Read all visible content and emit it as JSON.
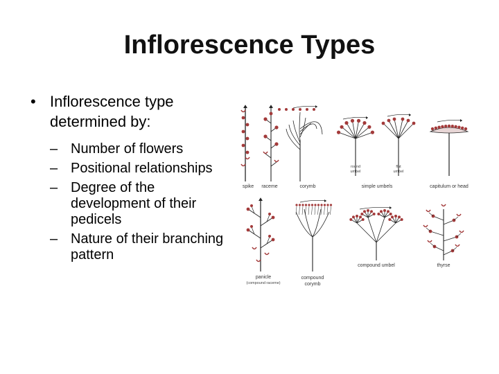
{
  "slide": {
    "title": "Inflorescence Types",
    "bullets": [
      {
        "mark": "•",
        "text": "Inflorescence type determined by:",
        "subitems": [
          {
            "mark": "–",
            "text": "Number of flowers"
          },
          {
            "mark": "–",
            "text": "Positional relationships"
          },
          {
            "mark": "–",
            "text": "Degree of the development of their pedicels"
          },
          {
            "mark": "–",
            "text": "Nature of their branching pattern"
          }
        ]
      }
    ]
  },
  "diagram": {
    "labels": {
      "spike": "spike",
      "raceme": "raceme",
      "corymb": "corymb",
      "round_umbel_1": "round",
      "round_umbel_2": "umbel",
      "flat_umbel_1": "flat",
      "flat_umbel_2": "umbel",
      "simple_umbels": "simple umbels",
      "capitulum": "capitulum or head",
      "panicle": "panicle",
      "panicle_note": "(compound raceme)",
      "compound_corymb_1": "compound",
      "compound_corymb_2": "corymb",
      "compound_umbel": "compound umbel",
      "thyrse": "thyrse"
    },
    "colors": {
      "flower": "#a33a3a",
      "stem": "#222222",
      "text": "#333333"
    }
  }
}
